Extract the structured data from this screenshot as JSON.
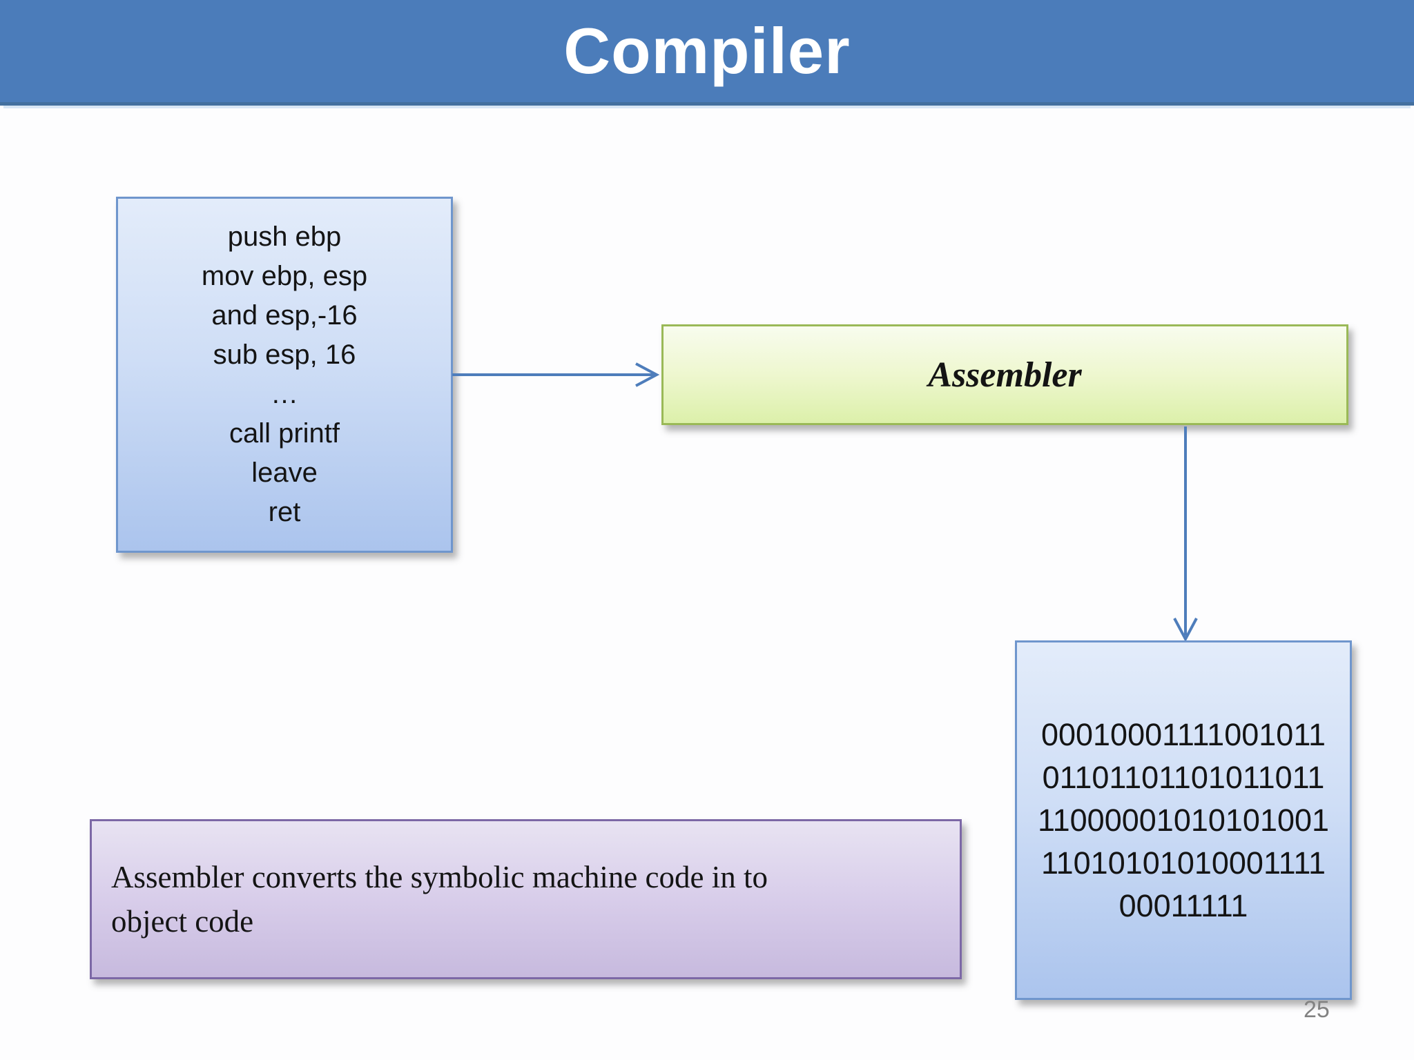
{
  "slide": {
    "title": "Compiler",
    "page_number": "25"
  },
  "code_box": {
    "lines": [
      "push ebp",
      "mov ebp, esp",
      "and esp,-16",
      "sub esp, 16",
      "…",
      "call printf",
      "leave",
      "ret"
    ]
  },
  "assembler_box": {
    "label": "Assembler"
  },
  "binary_box": {
    "lines": [
      "00010001111001011",
      "01101101101011011",
      "11000001010101001",
      "11010101010001111",
      "00011111"
    ]
  },
  "note_box": {
    "lines": [
      "Assembler converts the symbolic machine code in to",
      "object code"
    ]
  },
  "colors": {
    "header_bg": "#4b7cba",
    "header_edge": "#44709f",
    "title_text": "#ffffff",
    "blue_box_border": "#6f96cd",
    "blue_box_top": "#e3ecfa",
    "blue_box_bottom": "#abc4ed",
    "green_box_border": "#9ab957",
    "green_box_top": "#f8fcee",
    "green_box_bottom": "#dcf0aa",
    "purple_box_border": "#7c68a6",
    "purple_box_top": "#e8e3f2",
    "purple_box_bottom": "#c7bade",
    "arrow": "#4e7dbb",
    "page_number_text": "#828282",
    "body_text": "#141414"
  }
}
